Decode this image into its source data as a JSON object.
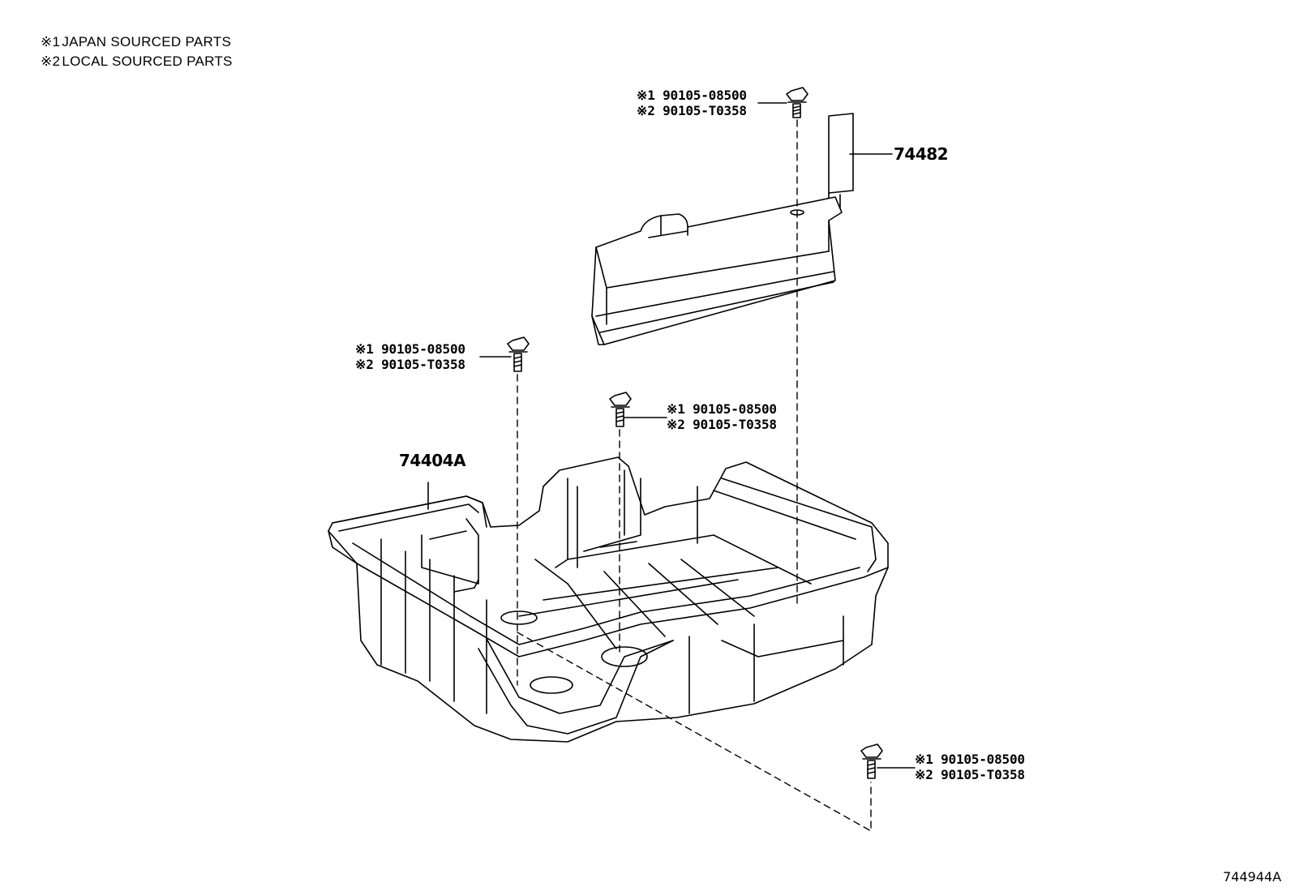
{
  "legend": [
    {
      "mark": "※1",
      "text": "JAPAN SOURCED PARTS"
    },
    {
      "mark": "※2",
      "text": "LOCAL SOURCED PARTS"
    }
  ],
  "bolts": [
    {
      "line1": "※1 90105-08500",
      "line2": "※2 90105-T0358"
    },
    {
      "line1": "※1 90105-08500",
      "line2": "※2 90105-T0358"
    },
    {
      "line1": "※1 90105-08500",
      "line2": "※2 90105-T0358"
    },
    {
      "line1": "※1 90105-08500",
      "line2": "※2 90105-T0358"
    }
  ],
  "parts": {
    "bracket": "74482",
    "tray": "74404A"
  },
  "illustration_id": "744944A"
}
